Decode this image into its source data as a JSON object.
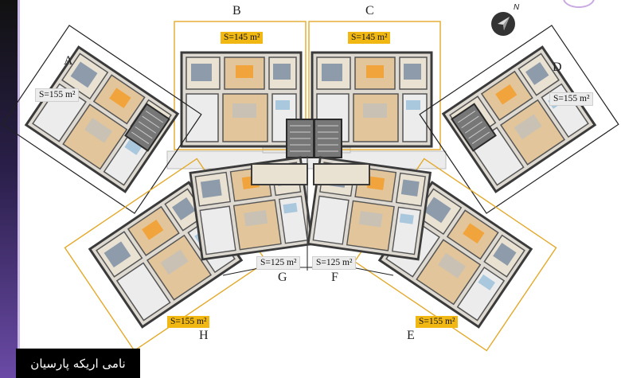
{
  "brand": {
    "name": "نامی اریکه پارسیان"
  },
  "compass": {
    "north_label": "N",
    "icon": "north-arrow-icon"
  },
  "units": {
    "A": {
      "letter": "A",
      "area": "S=155 m²"
    },
    "B": {
      "letter": "B",
      "area": "S=145 m²"
    },
    "C": {
      "letter": "C",
      "area": "S=145 m²"
    },
    "D": {
      "letter": "D",
      "area": "S=155 m²"
    },
    "E": {
      "letter": "E",
      "area": "S=155 m²"
    },
    "F": {
      "letter": "F",
      "area": "S=125 m²"
    },
    "G": {
      "letter": "G",
      "area": "S=125 m²"
    },
    "H": {
      "letter": "H",
      "area": "S=155 m²"
    }
  },
  "colors": {
    "gold": "#f1b814",
    "wall": "#3b3b3b",
    "floor": "#dedad2",
    "wood": "#e2c59a",
    "bed": "#8e9bab"
  }
}
